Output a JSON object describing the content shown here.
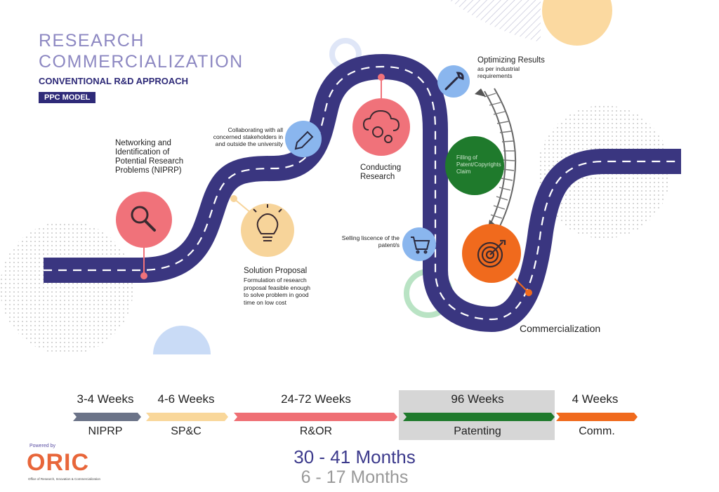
{
  "title": {
    "line1": "RESEARCH",
    "line2": "COMMERCIALIZATION",
    "subtitle": "CONVENTIONAL R&D APPROACH",
    "badge": "PPC MODEL"
  },
  "steps": {
    "niprp": "Networking and Identification of Potential Research Problems (NIPRP)",
    "collaborating": "Collaborating with all concerned stakeholders in and outside the university",
    "conducting": "Conducting Research",
    "optimizing_title": "Optimizing Results",
    "optimizing_sub": "as per industrial requirements",
    "filling": "Filling of Patent/Copyrights Claim",
    "selling": "Selling liscence of the patent/s",
    "solution_title": "Solution Proposal",
    "solution_sub": "Formulation of research proposal feasible enough to solve problem in good time on low cost",
    "commercialization": "Commercialization"
  },
  "timeline": {
    "phases": [
      {
        "weeks": "3-4 Weeks",
        "label": "NIPRP",
        "color": "#6b7388"
      },
      {
        "weeks": "4-6 Weeks",
        "label": "SP&C",
        "color": "#f9d79a"
      },
      {
        "weeks": "24-72 Weeks",
        "label": "R&OR",
        "color": "#ef6f74"
      },
      {
        "weeks": "96 Weeks",
        "label": "Patenting",
        "color": "#1f7a2c"
      },
      {
        "weeks": "4 Weeks",
        "label": "Comm.",
        "color": "#f06a1d"
      }
    ],
    "total_primary": "30 - 41 Months",
    "total_secondary": "6 - 17 Months"
  },
  "branding": {
    "powered_by": "Powered by",
    "logo": "ORIC",
    "logo_sub": "Office of Research, Innovation & Commercialization"
  },
  "colors": {
    "road": "#3a3680",
    "pink": "#f0727a",
    "yellow": "#f7d49a",
    "blue": "#8ab6ee",
    "green": "#1f7a2c",
    "orange": "#f06a1d"
  }
}
